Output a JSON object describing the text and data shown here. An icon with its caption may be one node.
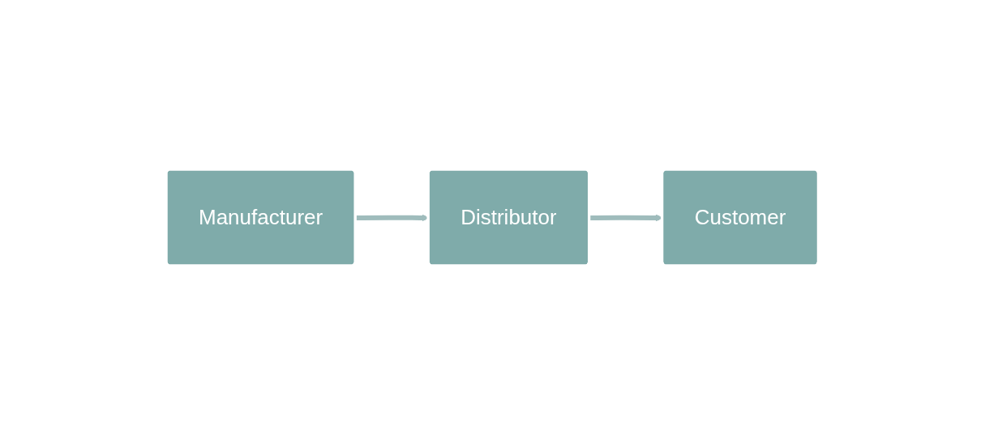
{
  "diagram": {
    "nodes": [
      {
        "text": [
          "Manufacturer"
        ]
      },
      {
        "text": [
          "Distributor"
        ]
      },
      {
        "text": [
          "Customer"
        ]
      }
    ],
    "edges": [
      {
        "from": 0,
        "to": 1,
        "arrow": "to"
      },
      {
        "from": 1,
        "to": 2,
        "arrow": "to"
      }
    ]
  }
}
